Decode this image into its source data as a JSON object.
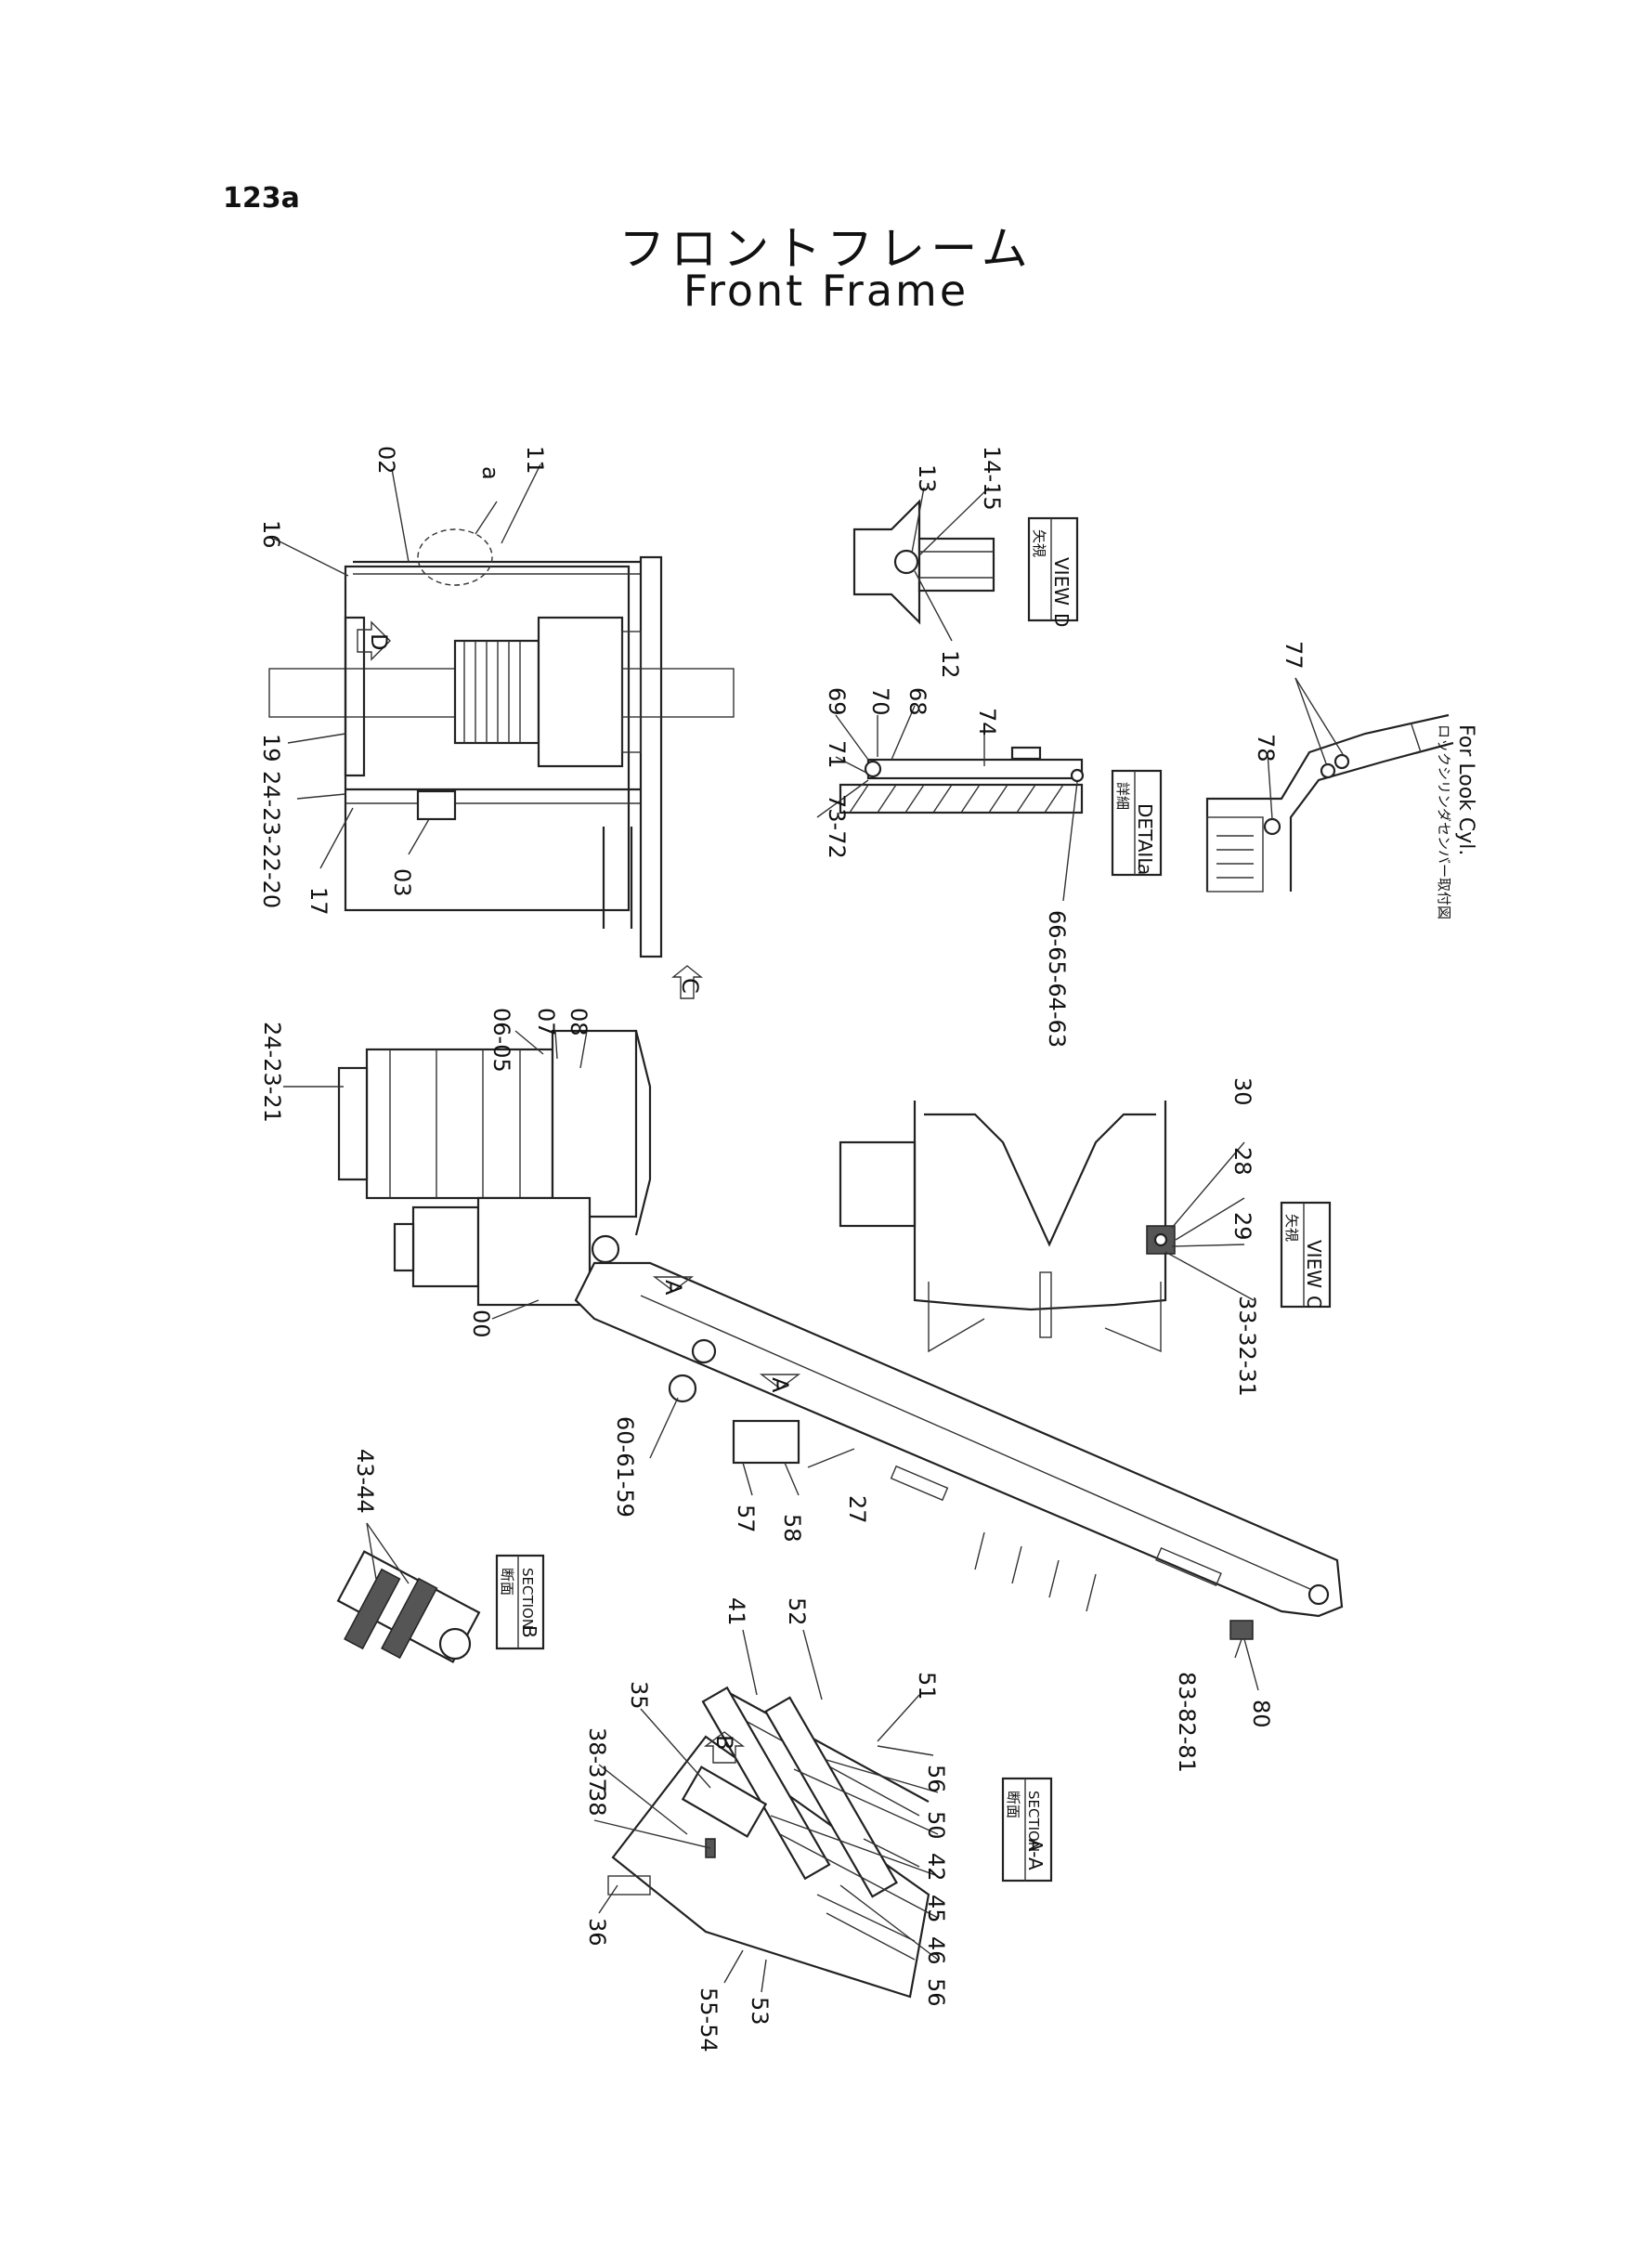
{
  "page": {
    "number": "123a",
    "title_jp": "フロントフレーム",
    "title_en": "Front Frame"
  },
  "callouts": {
    "top_left": [
      "02",
      "a",
      "11",
      "16",
      "19",
      "24-23-22-20",
      "17",
      "03",
      "D"
    ],
    "view_d": [
      "13",
      "14-15",
      "12"
    ],
    "view_d_tag": {
      "jp": "矢視",
      "en": "VIEW",
      "letter": "D"
    },
    "detail_a": [
      "69",
      "70",
      "68",
      "74",
      "71",
      "73-72",
      "66-65-64-63"
    ],
    "detail_a_tag": {
      "jp": "詳細",
      "en": "DETAIL",
      "letter": "a"
    },
    "lock_cyl": [
      "77",
      "78"
    ],
    "lock_cyl_note_jp": "ロックシリンダセンバー取付図",
    "lock_cyl_note_en": "For Look Cyl.",
    "main_frame": [
      "24-23-21",
      "06-05",
      "07",
      "08",
      "00",
      "60-61-59",
      "57",
      "58",
      "27",
      "83-82-81",
      "80",
      "C",
      "A",
      "A"
    ],
    "view_c": [
      "30",
      "28",
      "29",
      "33-32-31"
    ],
    "view_c_tag": {
      "jp": "矢視",
      "en": "VIEW",
      "letter": "C"
    },
    "section_b": [
      "43-44"
    ],
    "section_b_tag": {
      "jp": "断面",
      "en": "SECTION",
      "letter": "B"
    },
    "section_aa": [
      "41",
      "52",
      "51",
      "56",
      "50",
      "42",
      "45",
      "46",
      "56",
      "35",
      "38-37",
      "38",
      "36",
      "55-54",
      "53",
      "B"
    ],
    "section_aa_tag": {
      "jp": "断面",
      "en": "SECTION",
      "letter": "A-A"
    }
  }
}
